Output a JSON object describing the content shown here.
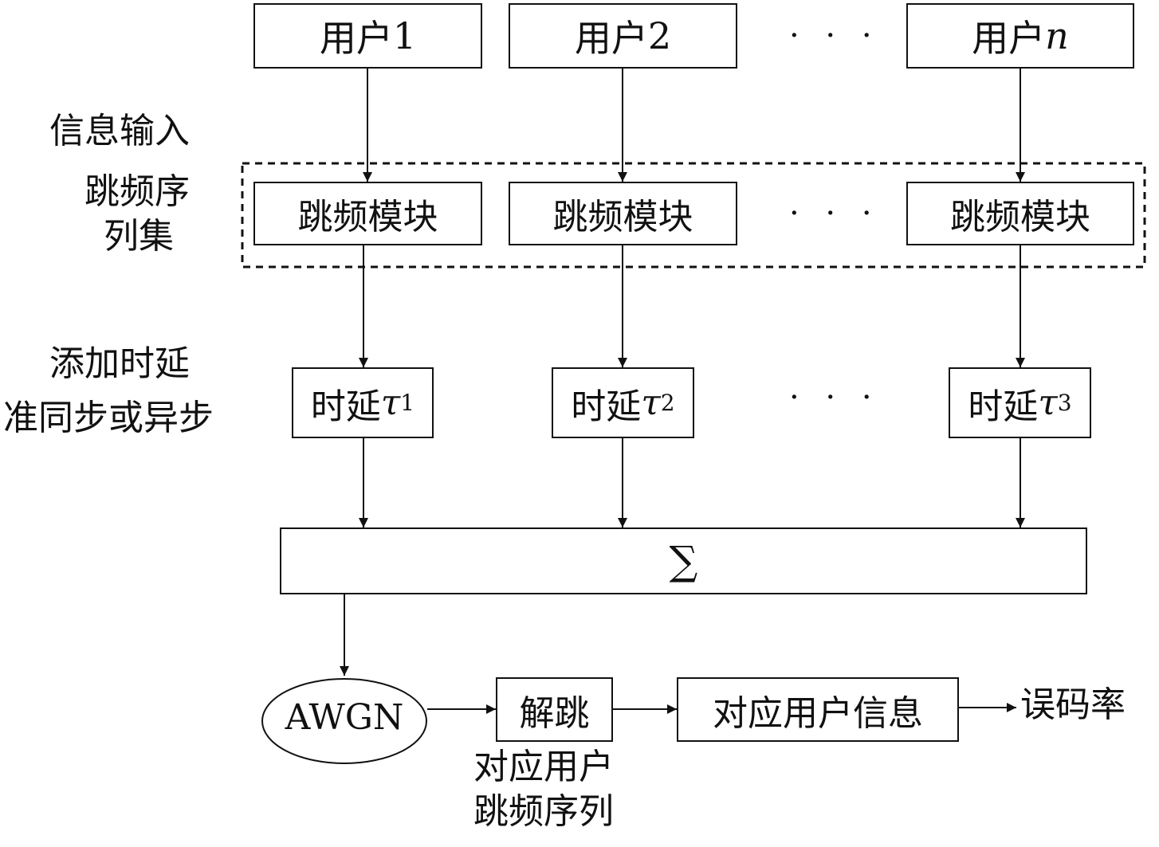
{
  "users": [
    {
      "prefix": "用户",
      "index": "1"
    },
    {
      "prefix": "用户",
      "index": "2"
    },
    {
      "prefix": "用户",
      "index": "n"
    }
  ],
  "hop_module_label": "跳频模块",
  "delays": [
    {
      "prefix": "时延",
      "symbol": "τ",
      "sub": "1"
    },
    {
      "prefix": "时延",
      "symbol": "τ",
      "sub": "2"
    },
    {
      "prefix": "时延",
      "symbol": "τ",
      "sub": "3"
    }
  ],
  "ellipsis": "· · ·",
  "side_labels": {
    "info_input": "信息输入",
    "hop_set_line1": "跳频序",
    "hop_set_line2": "列集",
    "delay_line1": "添加时延",
    "delay_line2": "准同步或异步"
  },
  "sum_symbol": "∑",
  "awgn": "AWGN",
  "dehop": "解跳",
  "dehop_note_line1": "对应用户",
  "dehop_note_line2": "跳频序列",
  "user_info": "对应用户信息",
  "ber": "误码率"
}
